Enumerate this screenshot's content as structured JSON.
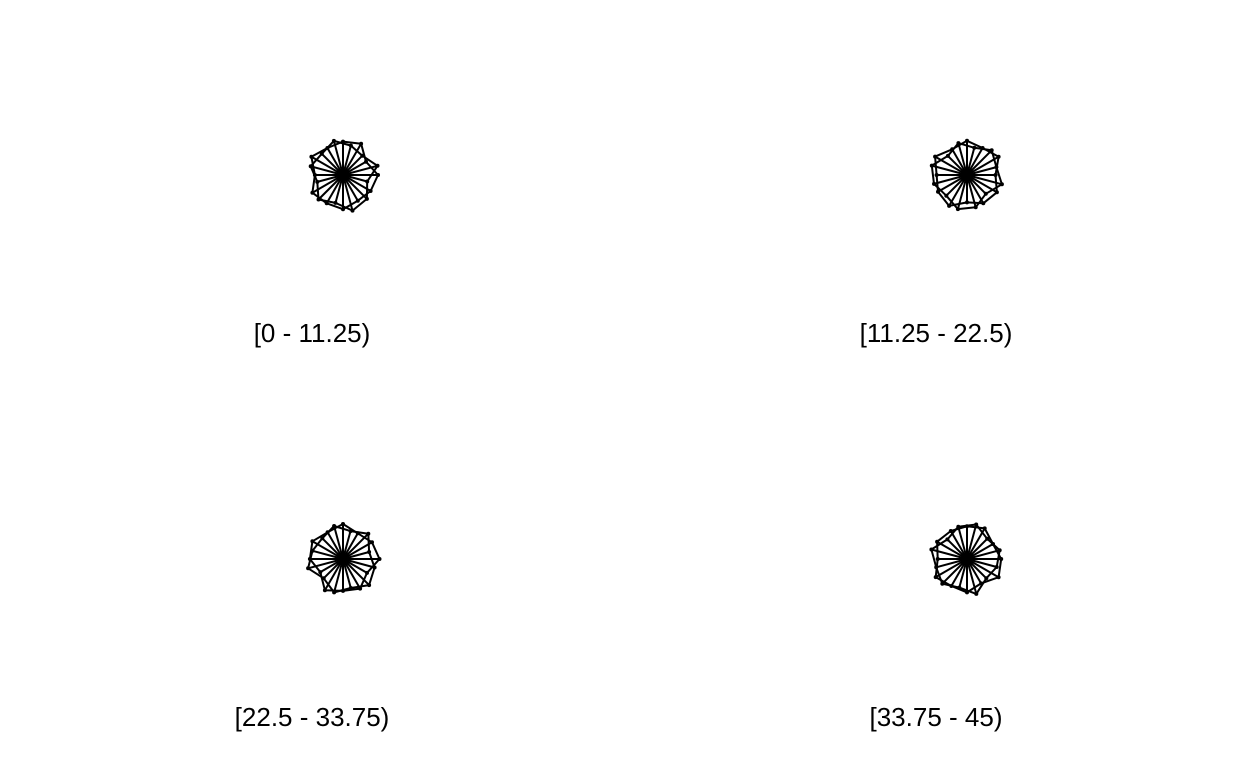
{
  "chart_data": {
    "type": "star-glyph-panels",
    "line_color": "#000000",
    "background": "#ffffff",
    "panels": [
      {
        "label": "[0 - 11.25)",
        "glyphs": [
          [
            0.88,
            0.95,
            0.7,
            0.92,
            0.84,
            0.78,
            0.9,
            0.86,
            0.93,
            0.74,
            0.96,
            0.82
          ],
          [
            0.8,
            0.72,
            0.94,
            0.66,
            0.89,
            0.97,
            0.76,
            0.91,
            0.7,
            0.88,
            0.79,
            0.93
          ]
        ]
      },
      {
        "label": "[11.25 - 22.5)",
        "glyphs": [
          [
            0.9,
            0.82,
            0.96,
            0.75,
            0.91,
            0.86,
            0.72,
            0.94,
            0.88,
            0.8,
            0.97,
            0.78
          ],
          [
            0.74,
            0.92,
            0.8,
            0.95,
            0.7,
            0.88,
            0.93,
            0.77,
            0.9,
            0.96,
            0.71,
            0.87
          ]
        ]
      },
      {
        "label": "[22.5 - 33.75)",
        "glyphs": [
          [
            0.92,
            0.78,
            0.88,
            0.96,
            0.73,
            0.9,
            0.84,
            0.95,
            0.69,
            0.87,
            0.93,
            0.81
          ],
          [
            0.76,
            0.94,
            0.71,
            0.86,
            0.97,
            0.79,
            0.91,
            0.72,
            0.95,
            0.83,
            0.77,
            0.9
          ]
        ]
      },
      {
        "label": "[33.75 - 45)",
        "glyphs": [
          [
            0.86,
            0.93,
            0.79,
            0.9,
            0.96,
            0.74,
            0.88,
            0.82,
            0.95,
            0.77,
            0.91,
            0.85
          ],
          [
            0.94,
            0.75,
            0.89,
            0.81,
            0.72,
            0.95,
            0.78,
            0.92,
            0.84,
            0.97,
            0.73,
            0.88
          ]
        ]
      }
    ]
  }
}
